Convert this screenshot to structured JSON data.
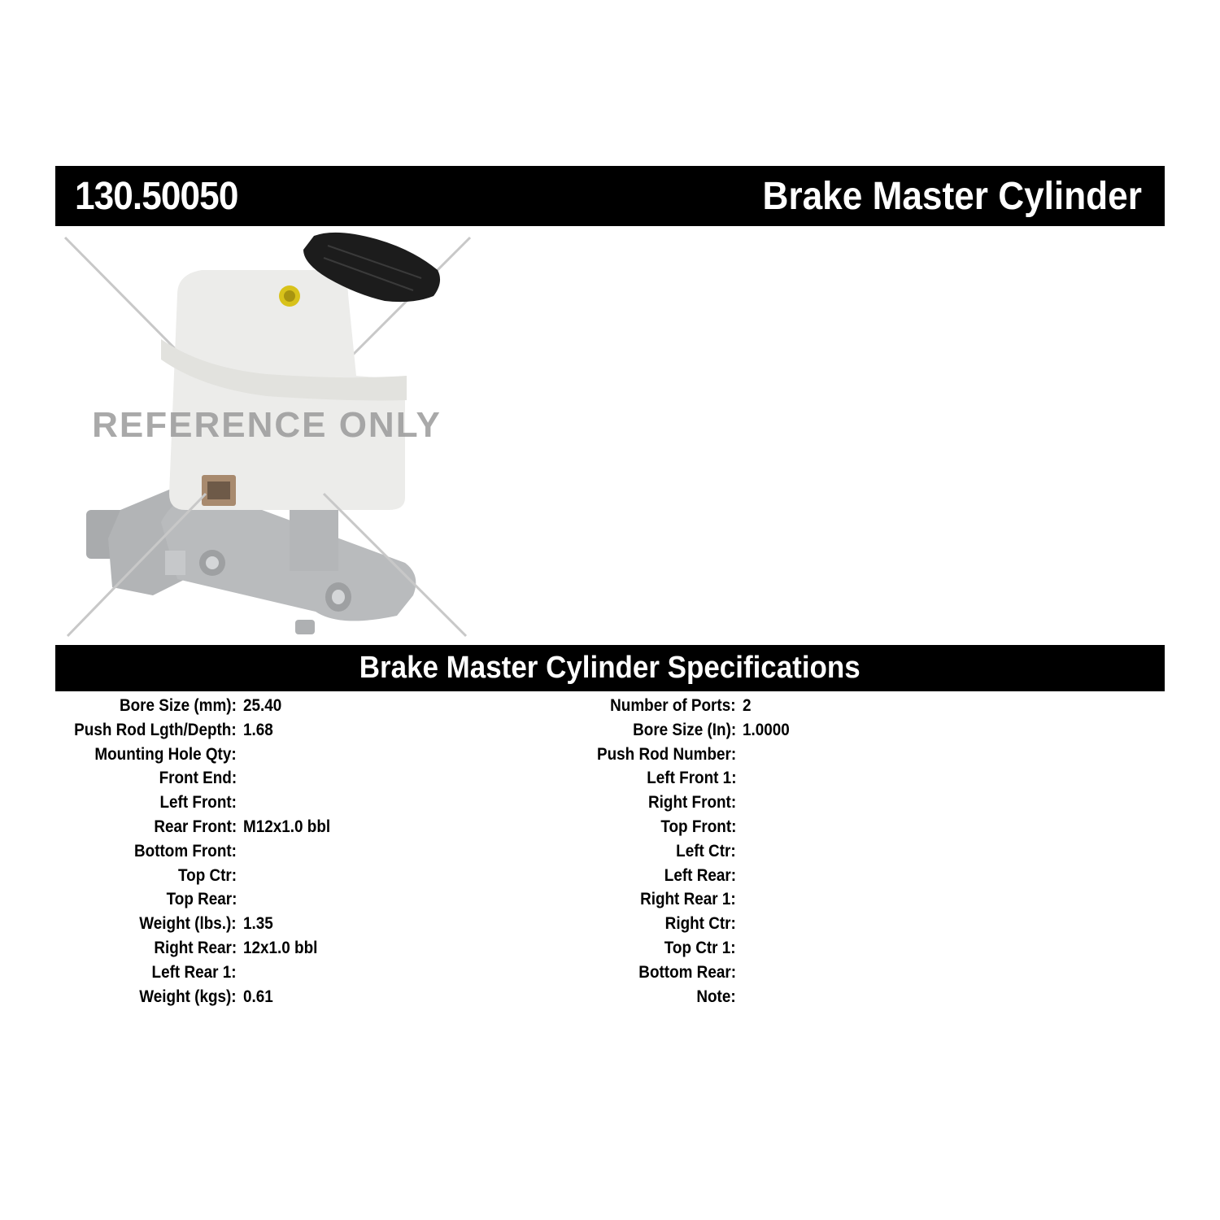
{
  "header": {
    "part_number": "130.50050",
    "part_type": "Brake Master Cylinder"
  },
  "image": {
    "watermark": "REFERENCE ONLY",
    "alt": "Brake master cylinder with white fluid reservoir, black cap, brown sensor connector and aluminum body"
  },
  "specifications": {
    "title": "Brake Master Cylinder Specifications",
    "left_column": [
      {
        "label": "Bore Size (mm):",
        "value": "25.40"
      },
      {
        "label": "Push Rod Lgth/Depth:",
        "value": "1.68"
      },
      {
        "label": "Mounting Hole Qty:",
        "value": ""
      },
      {
        "label": "Front End:",
        "value": ""
      },
      {
        "label": "Left Front:",
        "value": ""
      },
      {
        "label": "Rear Front:",
        "value": "M12x1.0 bbl"
      },
      {
        "label": "Bottom Front:",
        "value": ""
      },
      {
        "label": "Top Ctr:",
        "value": ""
      },
      {
        "label": "Top Rear:",
        "value": ""
      },
      {
        "label": "Weight (lbs.):",
        "value": "1.35"
      },
      {
        "label": "Right Rear:",
        "value": "12x1.0 bbl"
      },
      {
        "label": "Left Rear 1:",
        "value": ""
      },
      {
        "label": "Weight (kgs):",
        "value": "0.61"
      }
    ],
    "right_column": [
      {
        "label": "Number of Ports:",
        "value": "2"
      },
      {
        "label": "Bore Size (In):",
        "value": "1.0000"
      },
      {
        "label": "Push Rod Number:",
        "value": ""
      },
      {
        "label": "Left Front 1:",
        "value": ""
      },
      {
        "label": "Right Front:",
        "value": ""
      },
      {
        "label": "Top Front:",
        "value": ""
      },
      {
        "label": "Left Ctr:",
        "value": ""
      },
      {
        "label": "Left Rear:",
        "value": ""
      },
      {
        "label": "Right Rear 1:",
        "value": ""
      },
      {
        "label": "Right Ctr:",
        "value": ""
      },
      {
        "label": "Top Ctr 1:",
        "value": ""
      },
      {
        "label": "Bottom Rear:",
        "value": ""
      },
      {
        "label": "Note:",
        "value": ""
      }
    ]
  },
  "colors": {
    "bar_background": "#000000",
    "bar_text": "#ffffff",
    "watermark": "#9a9a9a",
    "reservoir": "#eeeeec",
    "cap": "#1c1c1c",
    "body_metal": "#b4b6b8",
    "connector": "#a88a6e"
  }
}
